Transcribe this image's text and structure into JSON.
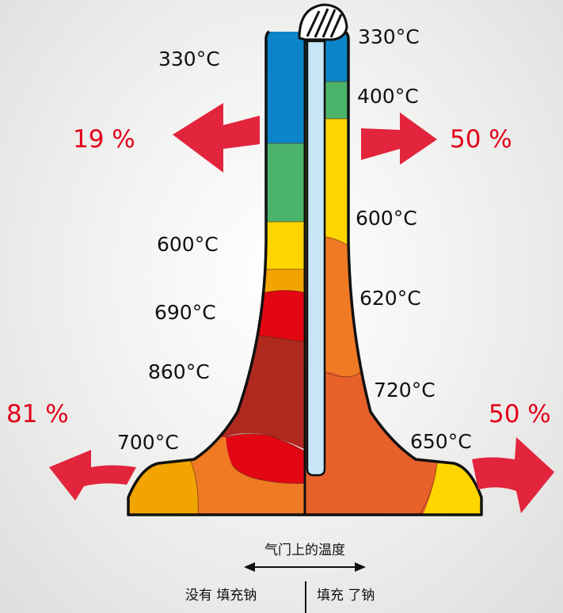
{
  "colors": {
    "blue": "#0b85c8",
    "green": "#4cb36a",
    "yellow": "#ffd500",
    "orange_light": "#f2a400",
    "orange": "#f07a24",
    "orange_dark": "#e8602a",
    "red": "#e30613",
    "dark_red": "#b0291f",
    "sodium_fill": "#c7e6f7",
    "arrow_red": "#e2253c",
    "text_red": "#e2001a"
  },
  "diagram": {
    "temperatures_left": [
      "330°C",
      "600°C",
      "690°C",
      "860°C",
      "700°C"
    ],
    "temperatures_right": [
      "330°C",
      "400°C",
      "600°C",
      "620°C",
      "720°C",
      "650°C"
    ],
    "heat_flow": {
      "left_stem": "19 %",
      "right_stem": "50 %",
      "left_head": "81 %",
      "right_head": "50 %"
    }
  },
  "caption": {
    "title": "气门上的温度",
    "left": "没有  填充钠",
    "right": "填充  了钠"
  }
}
